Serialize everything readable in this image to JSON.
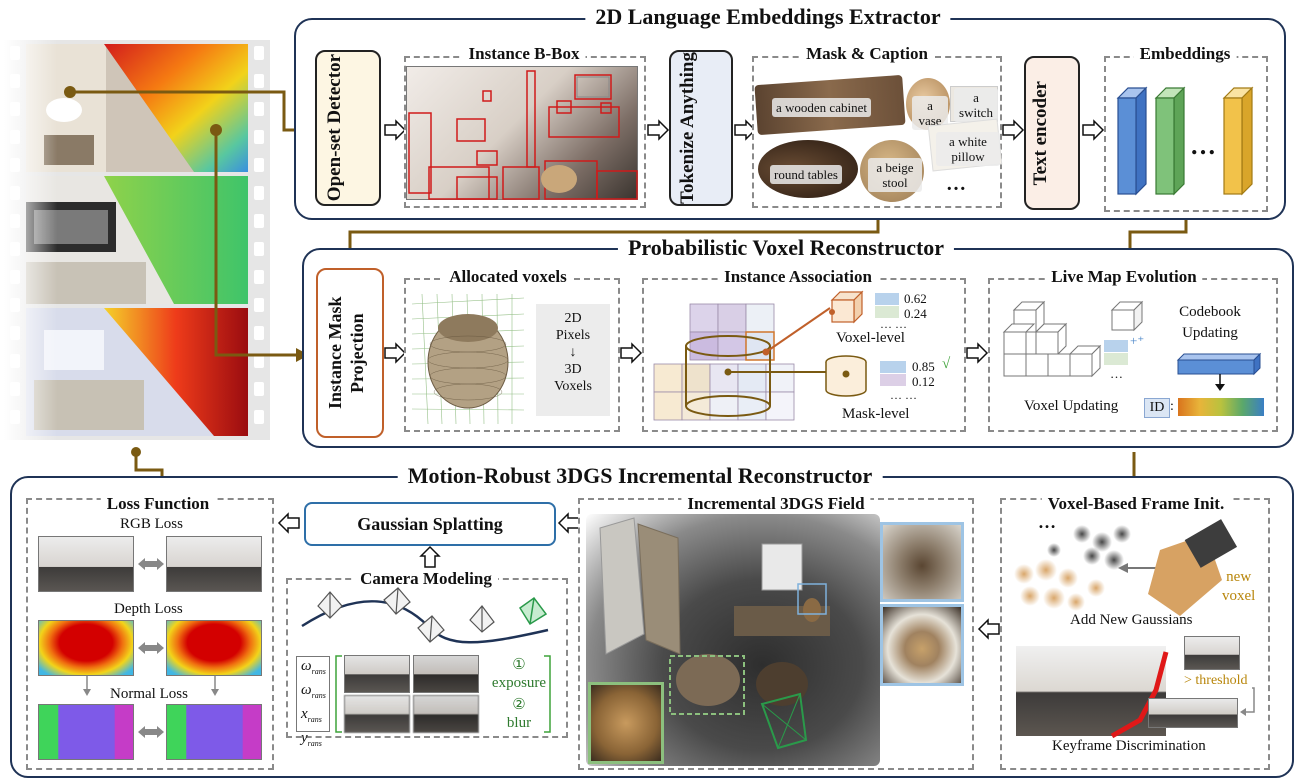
{
  "sections": {
    "extractor": "2D Language Embeddings Extractor",
    "reconstructor": "Probabilistic Voxel Reconstructor",
    "motion": "Motion-Robust 3DGS Incremental Reconstructor"
  },
  "extractor": {
    "detector": "Open-set Detector",
    "bbox_title": "Instance B-Box",
    "tokenize": "Tokenize Anything",
    "mask_title": "Mask & Caption",
    "captions": [
      "a wooden cabinet",
      "a vase",
      "a switch",
      "a white pillow",
      "round tables",
      "a beige stool"
    ],
    "ellipsis": "…",
    "text_encoder": "Text encoder",
    "embed_title": "Embeddings",
    "embed_dots": "…",
    "embed_colors": [
      "#5b8fd6",
      "#7fc27a",
      "#f2c24a"
    ]
  },
  "voxel": {
    "projection": "Instance Mask Projection",
    "allocated_title": "Allocated voxels",
    "pix2vox": [
      "2D",
      "Pixels",
      "↓",
      "3D",
      "Voxels"
    ],
    "assoc_title": "Instance Association",
    "voxel_level": "Voxel-level",
    "mask_level": "Mask-level",
    "voxel_scores": [
      "0.62",
      "0.24",
      "…   …"
    ],
    "mask_scores": [
      "0.85",
      "0.12",
      "…   …"
    ],
    "check": "√",
    "live_title": "Live Map Evolution",
    "codebook": "Codebook Updating",
    "voxel_updating": "Voxel Updating",
    "plus": "+⁺",
    "dots": "…",
    "id_label": "ID",
    "id_colon": ":"
  },
  "motion": {
    "loss_title": "Loss Function",
    "rgb_loss": "RGB Loss",
    "depth_loss": "Depth Loss",
    "normal_loss": "Normal Loss",
    "splatting": "Gaussian Splatting",
    "camera_title": "Camera Modeling",
    "params": [
      "ω",
      "ω",
      "x",
      "y"
    ],
    "param_subs": [
      "rans",
      "rans",
      "rans",
      "rans"
    ],
    "exposure_num": "①",
    "exposure": "exposure",
    "blur_num": "②",
    "blur": "blur",
    "field_title": "Incremental 3DGS Field",
    "frame_title": "Voxel-Based Frame Init.",
    "frame_dots": "…",
    "new_voxel": [
      "new",
      "voxel"
    ],
    "add_gaussians": "Add New Gaussians",
    "threshold": "> threshold",
    "keyframe": "Keyframe Discrimination"
  },
  "colors": {
    "panel_border": "#1f3356",
    "arrow": "#7a5a12",
    "detector_fill": "#fdf6e3",
    "tokenize_fill": "#e8edf6",
    "encoder_fill": "#fbeee6",
    "projection_border": "#c0602a",
    "splat_border": "#2e6fa8"
  }
}
